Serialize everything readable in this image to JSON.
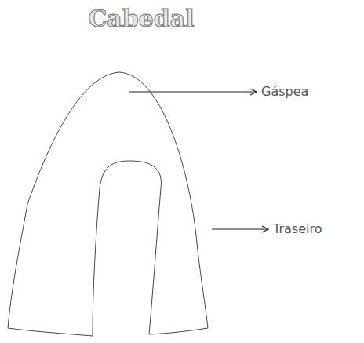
{
  "diagram": {
    "title": "Cabedal",
    "labels": [
      "Gáspea",
      "Traseiro"
    ]
  }
}
